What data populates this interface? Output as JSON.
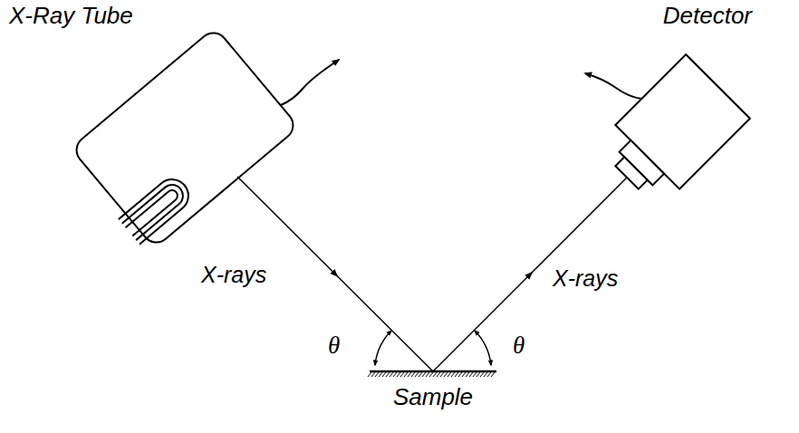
{
  "diagram": {
    "nodes": [
      {
        "text": [
          "X-Ray Tube"
        ]
      },
      {
        "text": [
          "Detector"
        ]
      },
      {
        "text": [
          "Sample"
        ]
      }
    ],
    "edges": [
      {
        "from": 0,
        "to": 2,
        "label": "X-rays",
        "arrow": "to"
      },
      {
        "from": 2,
        "to": 1,
        "label": "X-rays",
        "arrow": "to"
      }
    ],
    "labels": [
      "θ",
      "θ"
    ]
  }
}
